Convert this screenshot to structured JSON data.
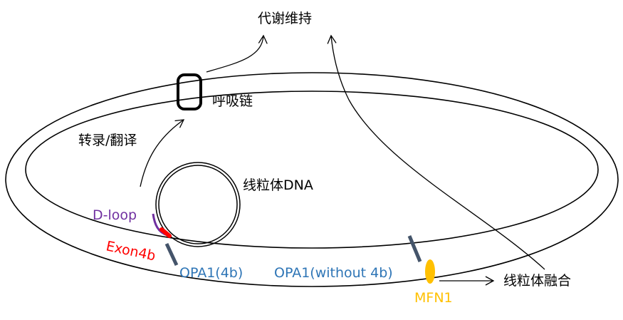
{
  "labels": {
    "metabolism": "代谢维持",
    "respiratory_chain": "呼吸链",
    "transcription": "转录/翻译",
    "mtdna": "线粒体DNA",
    "dloop": "D-loop",
    "exon4b": "Exon4b",
    "opa1_4b": "OPA1(4b)",
    "opa1_without": "OPA1(without 4b)",
    "mfn1": "MFN1",
    "fusion": "线粒体融合"
  },
  "colors": {
    "dloop": "#7030a0",
    "exon4b": "#ff0000",
    "opa1": "#2e75b6",
    "opa1_bar": "#44546a",
    "mfn1": "#ffc000",
    "line": "#000000"
  }
}
